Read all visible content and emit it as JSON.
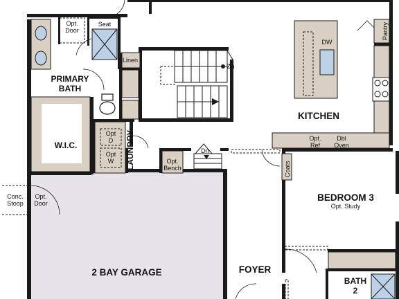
{
  "rooms": {
    "kitchen": "KITCHEN",
    "primary_bath": [
      "PRIMARY",
      "BATH"
    ],
    "wic": "W.I.C.",
    "laundry": "LAUNDRY",
    "garage": "2 BAY GARAGE",
    "foyer": "FOYER",
    "bedroom3": "BEDROOM 3",
    "bedroom3_sub": "Opt. Study",
    "bath2": [
      "BATH",
      "2"
    ]
  },
  "labels": {
    "opt_door_top": [
      "Opt.",
      "Door"
    ],
    "seat": "Seat",
    "linen": "Linen",
    "dn_stair": "Dn",
    "dw": "DW",
    "pantry": "Pantry",
    "opt_d": [
      "Opt",
      "D"
    ],
    "opt_w": [
      "Opt",
      "W"
    ],
    "opt_bench": [
      "Opt.",
      "Bench"
    ],
    "dn_garage": "Dn",
    "opt_ref": [
      "Opt.",
      "Ref"
    ],
    "dbl_oven": [
      "Dbl",
      "Oven"
    ],
    "coats": "Coats",
    "conc_stoop": [
      "Conc.",
      "Stoop"
    ],
    "opt_door_left": [
      "Opt.",
      "Door"
    ]
  },
  "colors": {
    "wall": "#1a1a1a",
    "cabinet": "#d9cfc3",
    "garage_floor": "#e6e4e8",
    "fixture": "#bcd0e6"
  }
}
